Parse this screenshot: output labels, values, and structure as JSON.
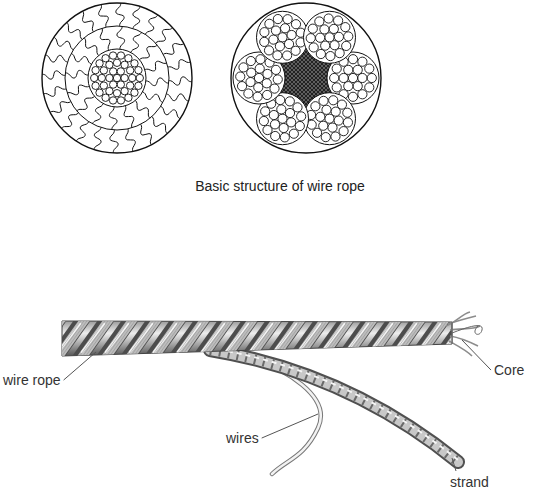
{
  "diagram": {
    "caption": "Basic structure of wire rope",
    "labels": [
      "wire rope",
      "Core",
      "wires",
      "strand"
    ]
  }
}
